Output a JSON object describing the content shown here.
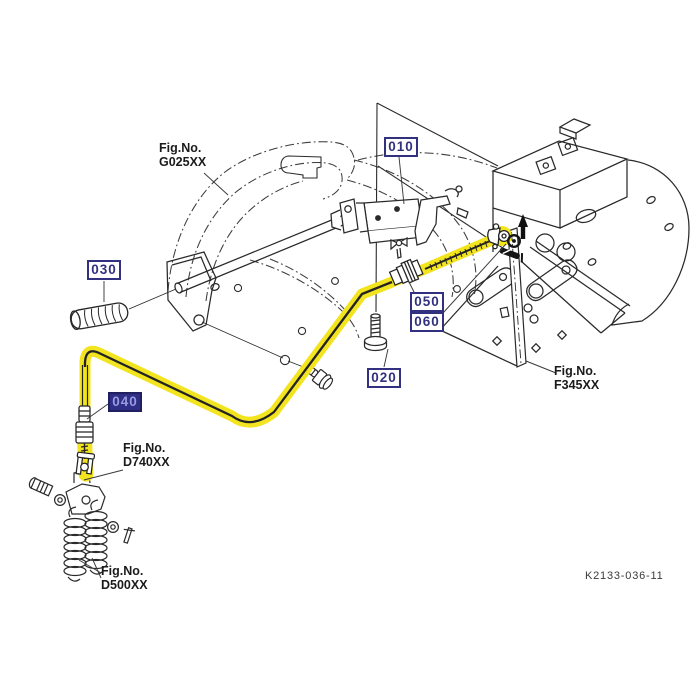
{
  "diagram_number": "K2133-036-11",
  "colors": {
    "highlight_yellow": "#f2e41e",
    "callout_navy": "#31317f",
    "selected_bg": "#2e2e87",
    "selected_text": "#9a9ae0",
    "line_art": "#2a2a2a"
  },
  "callouts": [
    {
      "label": "010",
      "selected": false
    },
    {
      "label": "020",
      "selected": false
    },
    {
      "label": "030",
      "selected": false
    },
    {
      "label": "040",
      "selected": true
    },
    {
      "label": "050",
      "selected": false
    },
    {
      "label": "060",
      "selected": false
    }
  ],
  "figure_refs": [
    {
      "line1": "Fig.No.",
      "line2": "G025XX"
    },
    {
      "line1": "Fig.No.",
      "line2": "F345XX"
    },
    {
      "line1": "Fig.No.",
      "line2": "D740XX"
    },
    {
      "line1": "Fig.No.",
      "line2": "D500XX"
    }
  ]
}
